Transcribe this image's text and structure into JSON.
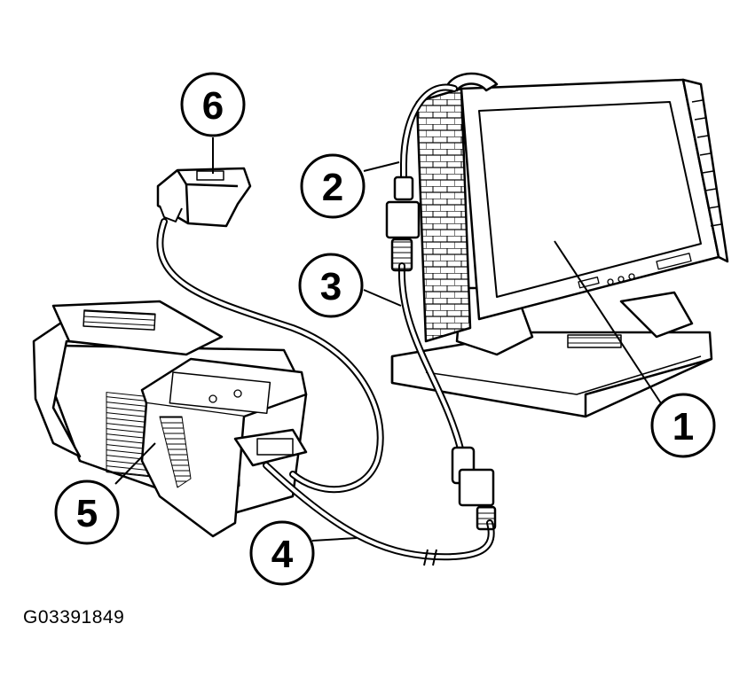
{
  "figure_id": "G03391849",
  "callouts": [
    {
      "label": "1",
      "name": "callout-1"
    },
    {
      "label": "2",
      "name": "callout-2"
    },
    {
      "label": "3",
      "name": "callout-3"
    },
    {
      "label": "4",
      "name": "callout-4"
    },
    {
      "label": "5",
      "name": "callout-5"
    },
    {
      "label": "6",
      "name": "callout-6"
    }
  ],
  "colors": {
    "line": "#000000",
    "fill": "#ffffff",
    "shade": "#9a9a9a"
  }
}
